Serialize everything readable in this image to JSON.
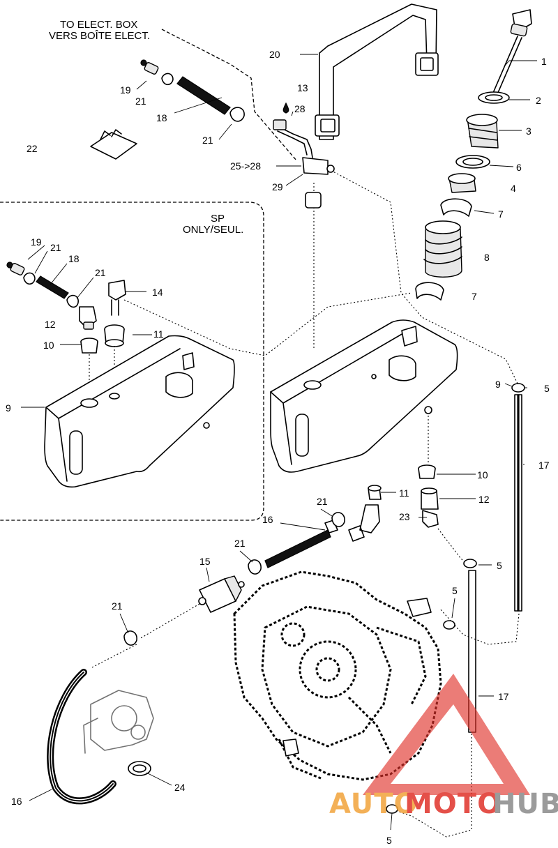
{
  "notes": {
    "to_elect_box_en": "TO ELECT. BOX",
    "to_elect_box_fr": "VERS BOÎTE ELECT.",
    "sp_only_1": "SP",
    "sp_only_2": "ONLY/SEUL."
  },
  "callouts": {
    "c1": "1",
    "c2": "2",
    "c3": "3",
    "c4": "4",
    "c5a": "5",
    "c5b": "5",
    "c5c": "5",
    "c5d": "5",
    "c6": "6",
    "c7a": "7",
    "c7b": "7",
    "c8": "8",
    "c9a": "9",
    "c9b": "9",
    "c10a": "10",
    "c10b": "10",
    "c11a": "11",
    "c11b": "11",
    "c12a": "12",
    "c12b": "12",
    "c13": "13",
    "c14": "14",
    "c15": "15",
    "c16a": "16",
    "c16b": "16",
    "c17a": "17",
    "c17b": "17",
    "c18a": "18",
    "c18b": "18",
    "c19a": "19",
    "c19b": "19",
    "c20": "20",
    "c21a": "21",
    "c21b": "21",
    "c21c": "21",
    "c21d": "21",
    "c21e": "21",
    "c21f": "21",
    "c21g": "21",
    "c22": "22",
    "c23": "23",
    "c24": "24",
    "c25": "25->28",
    "c28": "28",
    "c29": "29"
  },
  "watermark": {
    "part1": "AUTO",
    "part2": "MOTO",
    "part3": "HUB",
    "color_orange": "#f2a33a",
    "color_red": "#e0322a",
    "color_gray": "#8a8a8a"
  }
}
